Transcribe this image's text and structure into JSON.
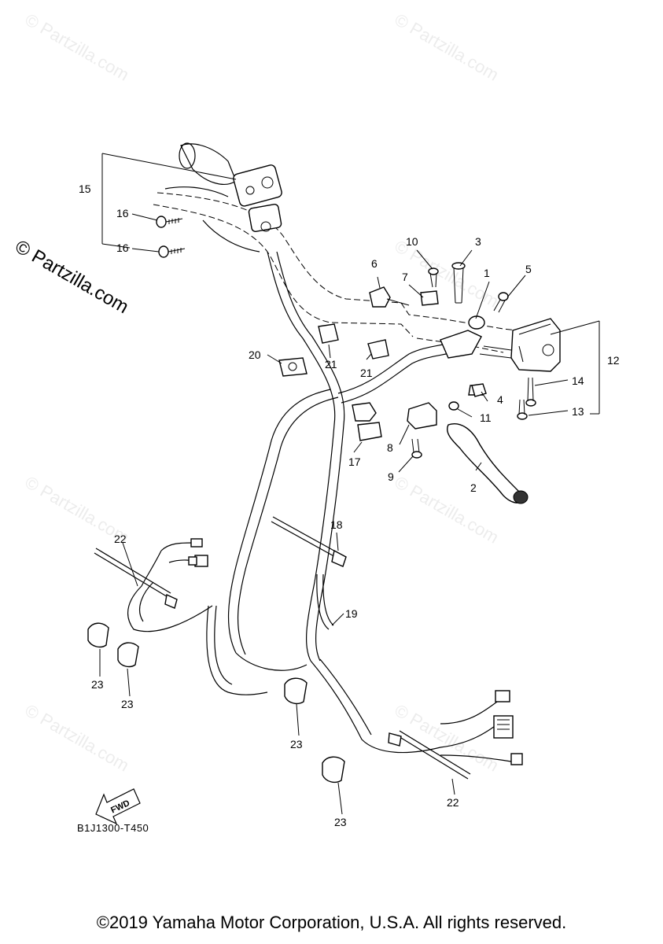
{
  "watermarks": {
    "text": "© Partzilla.com",
    "side_text": "© Partzilla.com"
  },
  "callouts": [
    "1",
    "2",
    "3",
    "4",
    "5",
    "6",
    "7",
    "8",
    "9",
    "10",
    "11",
    "12",
    "13",
    "14",
    "15",
    "16",
    "16",
    "17",
    "18",
    "19",
    "20",
    "21",
    "21",
    "22",
    "22",
    "23",
    "23",
    "23",
    "23"
  ],
  "fwd_label": "FWD",
  "diagram_code": "B1J1300-T450",
  "copyright": "©2019 Yamaha Motor Corporation, U.S.A. All rights reserved."
}
